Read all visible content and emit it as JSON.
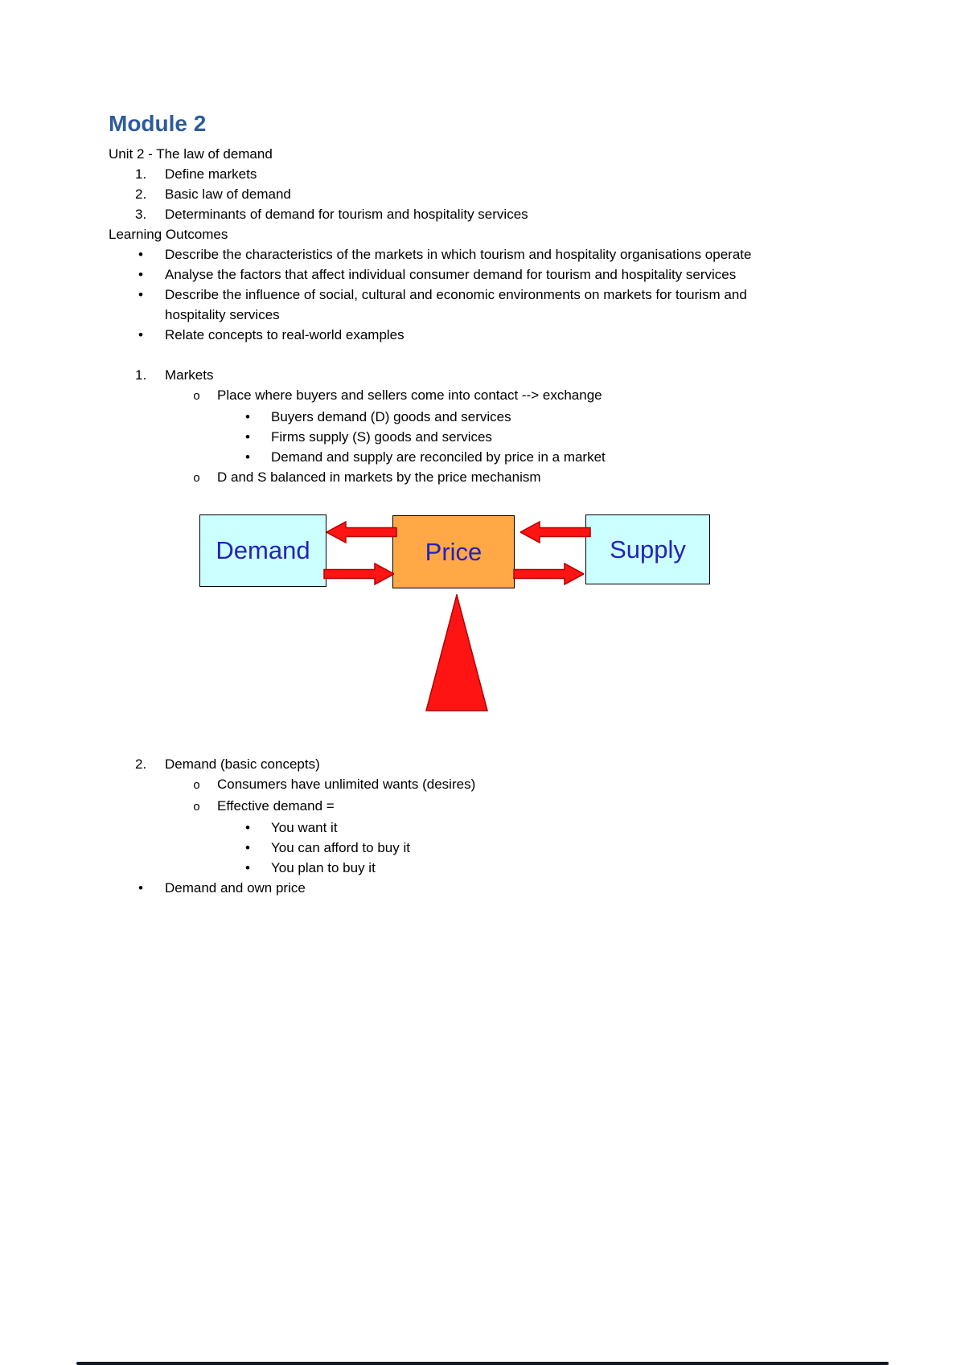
{
  "title": "Module 2",
  "colors": {
    "heading_blue": "#2E5B9B",
    "diagram_label_blue": "#2323B8",
    "box_cyan": "#CCFFFF",
    "box_orange": "#FFA845",
    "arrow_red": "#FF1414",
    "arrow_edge_red": "#B30000"
  },
  "intro": {
    "subtitle": "Unit 2 - The law of demand",
    "topics": [
      {
        "num": "1.",
        "text": "Define markets"
      },
      {
        "num": "2.",
        "text": "Basic law of demand"
      },
      {
        "num": "3.",
        "text": "Determinants of demand for tourism and hospitality services"
      }
    ],
    "outcomes_heading": "Learning Outcomes",
    "outcomes": [
      "Describe the characteristics of the markets in which tourism and hospitality organisations operate",
      "Analyse the factors that affect individual consumer demand for tourism and hospitality services",
      "Describe the influence of social, cultural and economic environments on markets for tourism and hospitality services",
      "Relate concepts to real-world examples"
    ]
  },
  "markets": {
    "num": "1.",
    "title": "Markets",
    "place": "Place where buyers and sellers come into contact --> exchange",
    "details": [
      "Buyers demand (D) goods and services",
      "Firms supply (S) goods and services",
      "Demand and supply are reconciled by price in a market"
    ],
    "balance": "D and S balanced in markets by the price mechanism"
  },
  "diagram": {
    "demand": "Demand",
    "price": "Price",
    "supply": "Supply"
  },
  "demand_section": {
    "num": "2.",
    "title": "Demand (basic concepts)",
    "wants": "Consumers have unlimited wants (desires)",
    "effective": "Effective demand =",
    "criteria": [
      "You want it",
      "You can afford to buy it",
      "You plan to buy it"
    ],
    "own_price": "Demand and own price"
  }
}
